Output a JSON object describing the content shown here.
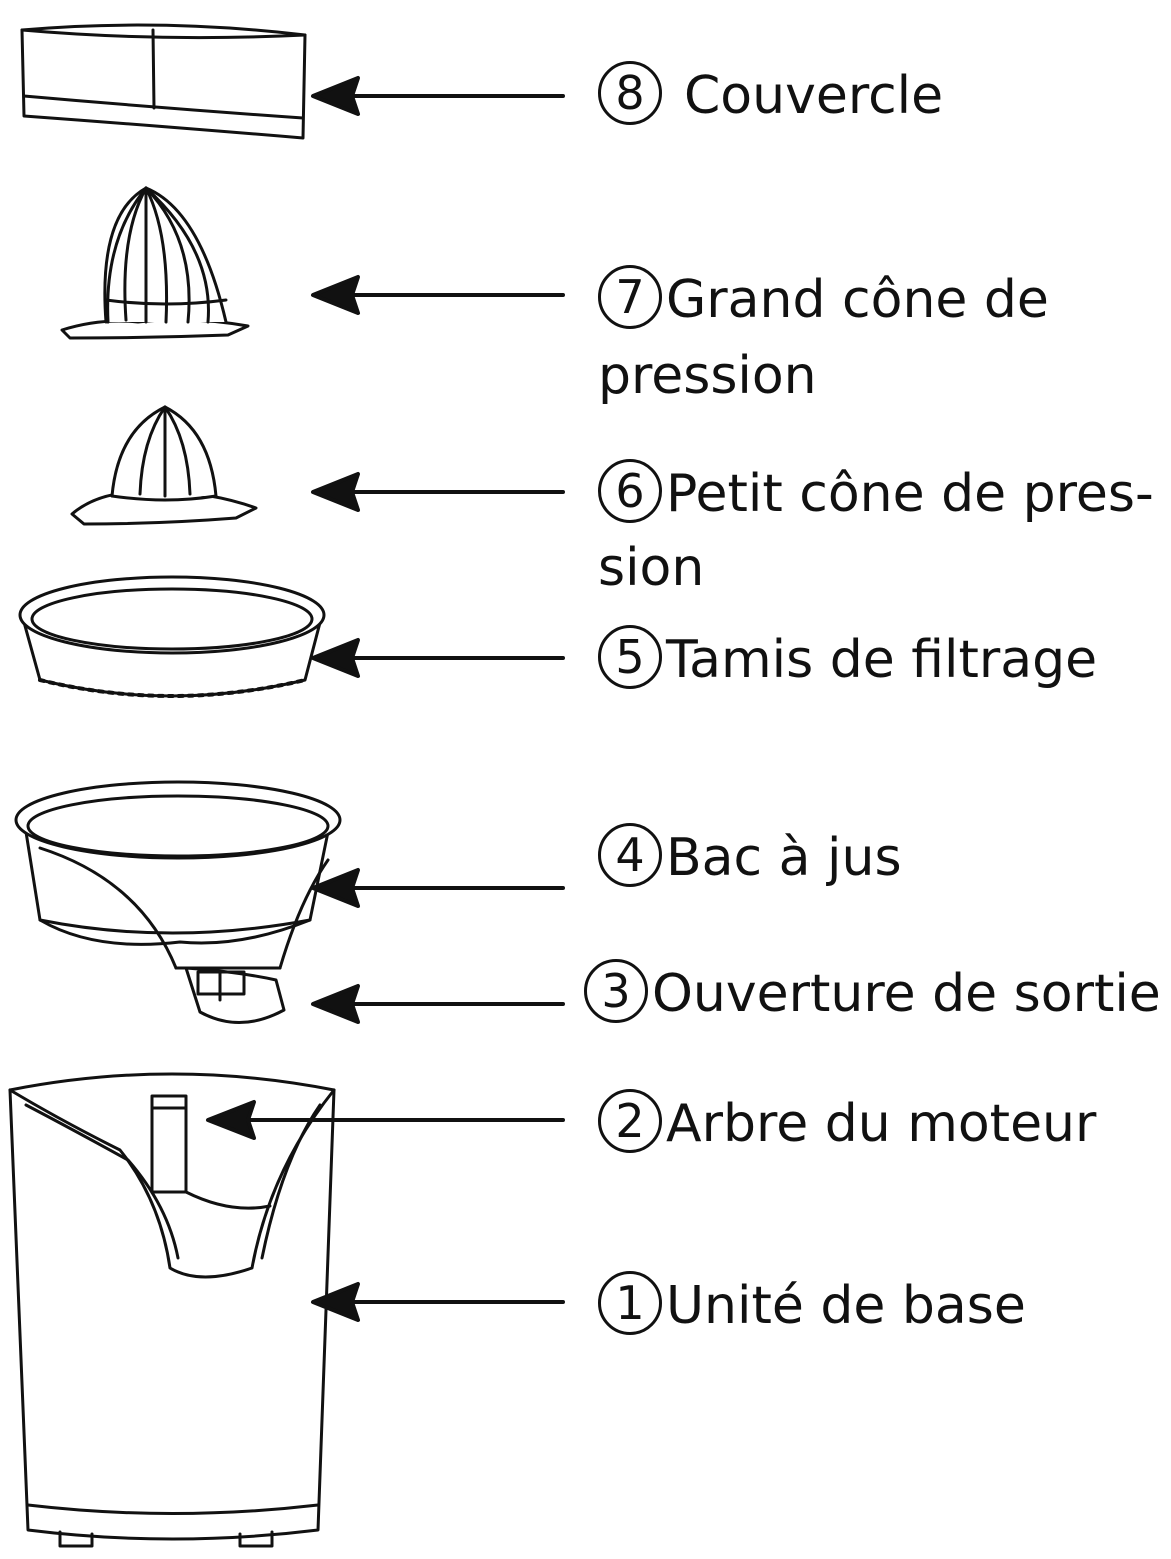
{
  "parts": [
    {
      "number": "8",
      "name": "Couvercle"
    },
    {
      "number": "7",
      "name": "Grand cône de",
      "name_line2": "pression"
    },
    {
      "number": "6",
      "name": "Petit cône de pres-",
      "name_line2": "sion"
    },
    {
      "number": "5",
      "name": "Tamis de filtrage"
    },
    {
      "number": "4",
      "name": "Bac à jus"
    },
    {
      "number": "3",
      "name": "Ouverture de sortie"
    },
    {
      "number": "2",
      "name": "Arbre du moteur"
    },
    {
      "number": "1",
      "name": "Unité de base"
    }
  ],
  "colors": {
    "line": "#111111",
    "background": "#ffffff",
    "part_fill": "#ffffff"
  }
}
